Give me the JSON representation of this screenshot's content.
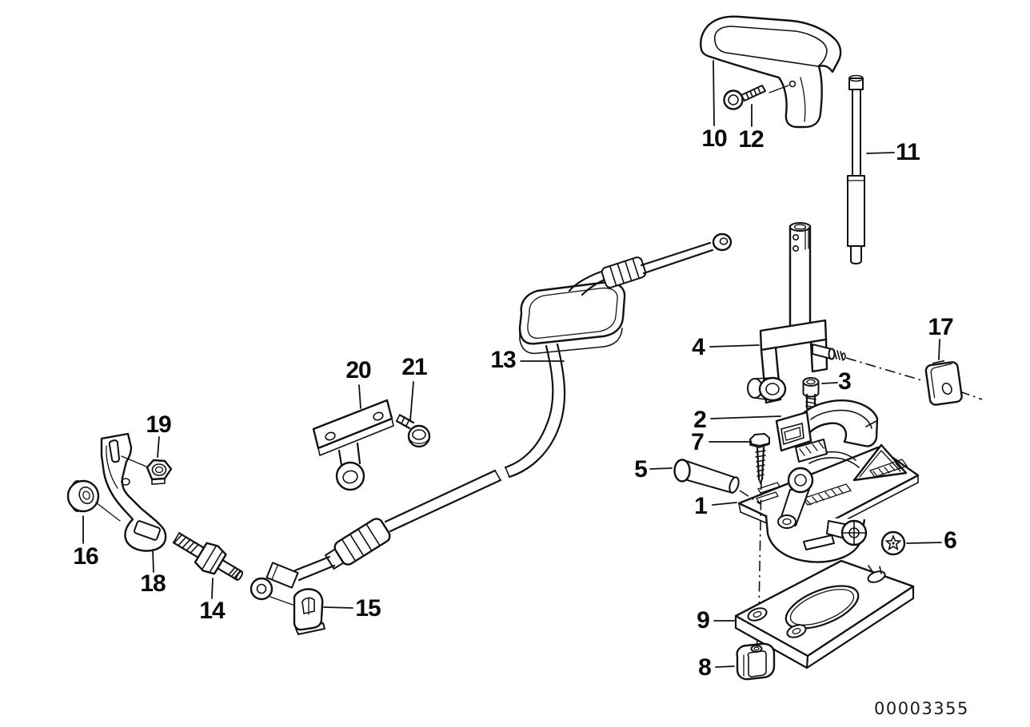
{
  "figure": {
    "diagram_number": "00003355"
  },
  "labels": {
    "p1": "1",
    "p2": "2",
    "p3": "3",
    "p4": "4",
    "p5": "5",
    "p6": "6",
    "p7": "7",
    "p8": "8",
    "p9": "9",
    "p10": "10",
    "p11": "11",
    "p12": "12",
    "p13": "13",
    "p14": "14",
    "p15": "15",
    "p16": "16",
    "p17": "17",
    "p18": "18",
    "p19": "19",
    "p20": "20",
    "p21": "21"
  }
}
